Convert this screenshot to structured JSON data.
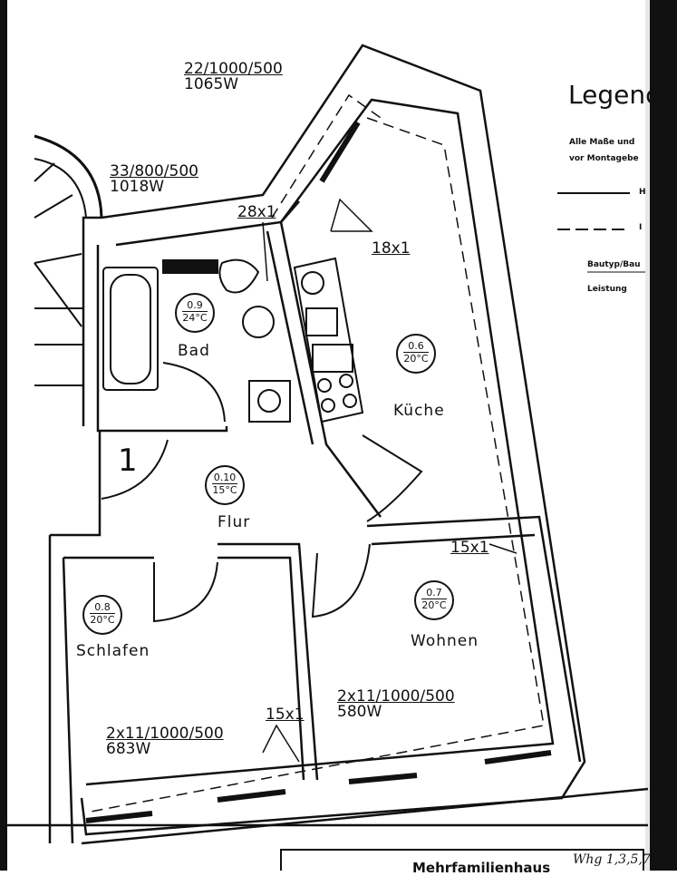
{
  "dimensions": {
    "top_radiator": {
      "spec": "22/1000/500",
      "power": "1065W"
    },
    "left_radiator": {
      "spec": "33/800/500",
      "power": "1018W"
    },
    "bath_fan": "28x1",
    "kitchen_fan": "18x1",
    "living_fan": "15x1",
    "bedroom_fan": "15x1",
    "living_radiator": {
      "spec": "2x11/1000/500",
      "power": "580W"
    },
    "bedroom_radiator": {
      "spec": "2x11/1000/500",
      "power": "683W"
    }
  },
  "rooms": [
    {
      "name": "Bad",
      "value": "0.9",
      "temp": "24°C"
    },
    {
      "name": "Küche",
      "value": "0.6",
      "temp": "20°C"
    },
    {
      "name": "Flur",
      "value": "0.10",
      "temp": "15°C"
    },
    {
      "name": "Schlafen",
      "value": "0.8",
      "temp": "20°C"
    },
    {
      "name": "Wohnen",
      "value": "0.7",
      "temp": "20°C"
    }
  ],
  "stair_number": "1",
  "legend": {
    "title": "Legenc",
    "note_line1": "Alle Maße und",
    "note_line2": "vor Montagebe",
    "solid_label": "H",
    "dashed_label": "I",
    "type_label": "Bautyp/Bau",
    "power_label": "Leistung"
  },
  "title_block": {
    "heading": "Mehrfamilienhaus",
    "handwritten": "Whg 1,3,5,7"
  }
}
